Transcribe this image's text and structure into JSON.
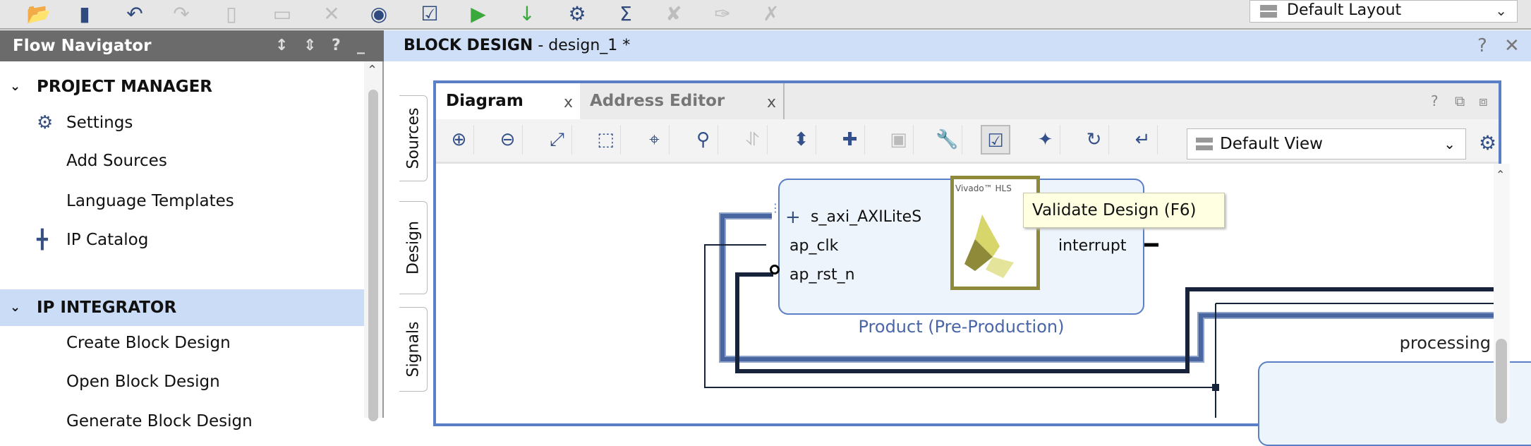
{
  "toolbar": {
    "icons": [
      "open-project-icon",
      "save-icon",
      "undo-icon",
      "redo-icon",
      "copy-icon",
      "paste-icon",
      "delete-icon",
      "find-icon",
      "checkbox-report-icon",
      "run-icon",
      "program-device-icon",
      "settings-icon",
      "sigma-report-icon",
      "disabled-tool-1-icon",
      "disabled-tool-2-icon",
      "disabled-tool-3-icon"
    ],
    "layout_select": "Default Layout"
  },
  "flow_navigator": {
    "title": "Flow Navigator",
    "sections": [
      {
        "label": "PROJECT MANAGER",
        "items": [
          "Settings",
          "Add Sources",
          "Language Templates",
          "IP Catalog"
        ]
      },
      {
        "label": "IP INTEGRATOR",
        "items": [
          "Create Block Design",
          "Open Block Design",
          "Generate Block Design"
        ]
      }
    ]
  },
  "block_design": {
    "title": "BLOCK DESIGN",
    "subtitle": "- design_1 *",
    "side_tabs": [
      "Sources",
      "Design",
      "Signals"
    ],
    "tabs": [
      {
        "label": "Diagram",
        "active": true
      },
      {
        "label": "Address Editor",
        "active": false
      }
    ],
    "view_select": "Default View",
    "tooltip": "Validate Design (F6)",
    "block": {
      "ports_in": [
        "s_axi_AXILiteS",
        "ap_clk",
        "ap_rst_n"
      ],
      "ports_out": [
        "interrupt"
      ],
      "logo_text": "Vivado™ HLS",
      "label": "Product (Pre-Production)"
    },
    "other_block_label": "processing"
  },
  "colors": {
    "accent": "#5a7fc6",
    "header_bg": "#cfdff7",
    "nav_header_bg": "#6b6b6b",
    "selection": "#cbdcf7",
    "tooltip_bg": "#ffffe1"
  }
}
